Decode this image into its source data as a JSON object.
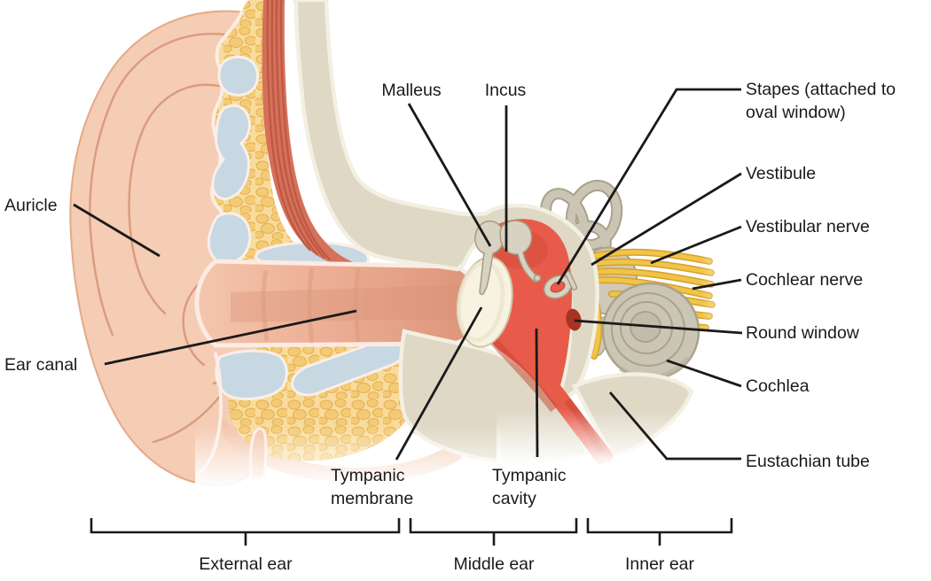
{
  "labels": {
    "auricle": "Auricle",
    "ear_canal": "Ear canal",
    "malleus": "Malleus",
    "incus": "Incus",
    "stapes_line1": "Stapes (attached to",
    "stapes_line2": "oval window)",
    "vestibule": "Vestibule",
    "vestibular_nerve": "Vestibular nerve",
    "cochlear_nerve": "Cochlear nerve",
    "round_window": "Round window",
    "cochlea": "Cochlea",
    "eustachian_tube": "Eustachian tube",
    "tympanic_membrane_line1": "Tympanic",
    "tympanic_membrane_line2": "membrane",
    "tympanic_cavity_line1": "Tympanic",
    "tympanic_cavity_line2": "cavity"
  },
  "regions": {
    "external_ear": "External ear",
    "middle_ear": "Middle ear",
    "inner_ear": "Inner ear"
  },
  "colors": {
    "skin": "#F5CCB4",
    "skin_outline": "#D99B7E",
    "canal_deep": "#DC947A",
    "fat": "#F9DC9C",
    "pebble": "#F3C971",
    "cartilage": "#C8D8E3",
    "muscle": "#D5705A",
    "muscle_stripe": "#B95440",
    "bone": "#DED8C5",
    "bone_speckle": "#B3AA8E",
    "tympanic_cavity_red": "#E85B4A",
    "round_window_dark": "#A83323",
    "tympanic_membrane_cream": "#F8F2E0",
    "ossicle": "#D8D2C2",
    "labyrinth": "#CFC9B9",
    "labyrinth_outline": "#A9A189",
    "cochlea_gray": "#CBC5B5",
    "nerve_yellow": "#F0C447",
    "nerve_dark": "#D8A02B",
    "line": "#1A1A1A"
  }
}
